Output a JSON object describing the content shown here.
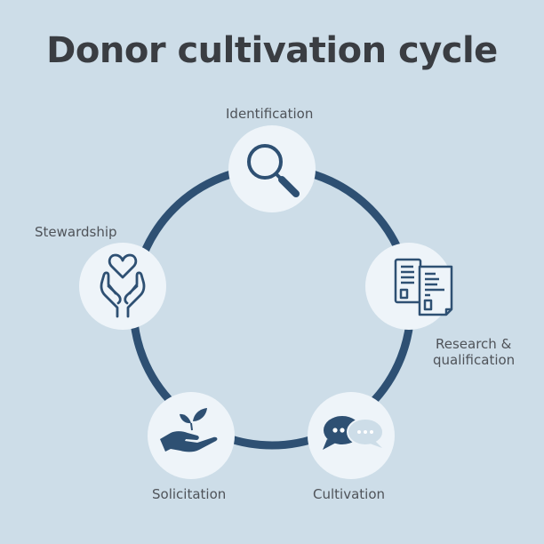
{
  "title": "Donor cultivation cycle",
  "colors": {
    "background": "#cddde8",
    "ring": "#2e5073",
    "node_fill": "#eef4f9",
    "icon": "#2e5073",
    "title": "#3a3d42",
    "label": "#4f5359"
  },
  "steps": [
    {
      "label": "Identification",
      "icon": "magnifier-icon"
    },
    {
      "label_line1": "Research &",
      "label_line2": "qualification",
      "icon": "documents-icon"
    },
    {
      "label": "Cultivation",
      "icon": "chat-bubbles-icon"
    },
    {
      "label": "Solicitation",
      "icon": "hand-plant-icon"
    },
    {
      "label": "Stewardship",
      "icon": "hands-heart-icon"
    }
  ]
}
